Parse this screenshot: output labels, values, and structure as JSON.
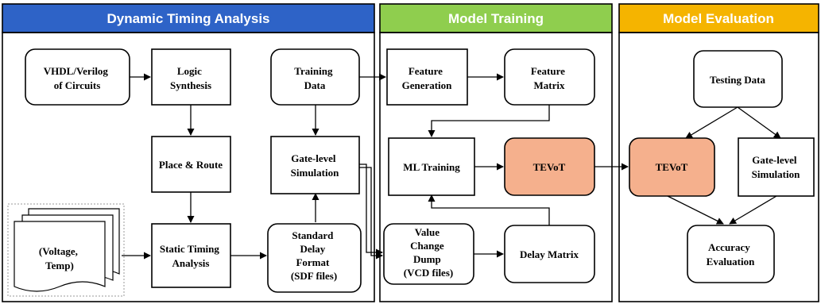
{
  "sections": {
    "dta": {
      "title": "Dynamic Timing Analysis",
      "color": "#2e63c7"
    },
    "training": {
      "title": "Model Training",
      "color": "#8fce4e"
    },
    "evaluation": {
      "title": "Model Evaluation",
      "color": "#f5b400"
    }
  },
  "nodes": {
    "vhdl": [
      "VHDL/Verilog",
      "of Circuits"
    ],
    "logic_synthesis": [
      "Logic",
      "Synthesis"
    ],
    "training_data": [
      "Training",
      "Data"
    ],
    "place_route": [
      "Place & Route"
    ],
    "gate_sim_dta": [
      "Gate-level",
      "Simulation"
    ],
    "voltage_temp": [
      "(Voltage,",
      "Temp)"
    ],
    "static_timing": [
      "Static Timing",
      "Analysis"
    ],
    "sdf": [
      "Standard",
      "Delay",
      "Format",
      "(SDF files)"
    ],
    "feature_generation": [
      "Feature",
      "Generation"
    ],
    "feature_matrix": [
      "Feature",
      "Matrix"
    ],
    "ml_training": [
      "ML Training"
    ],
    "tevot_train": [
      "TEVoT"
    ],
    "vcd": [
      "Value",
      "Change",
      "Dump",
      "(VCD files)"
    ],
    "delay_matrix": [
      "Delay Matrix"
    ],
    "testing_data": [
      "Testing Data"
    ],
    "tevot_eval": [
      "TEVoT"
    ],
    "gate_sim_eval": [
      "Gate-level",
      "Simulation"
    ],
    "accuracy": [
      "Accuracy",
      "Evaluation"
    ]
  },
  "colors": {
    "accent_node": "#f5b08d",
    "dotted_border": "#999999"
  }
}
